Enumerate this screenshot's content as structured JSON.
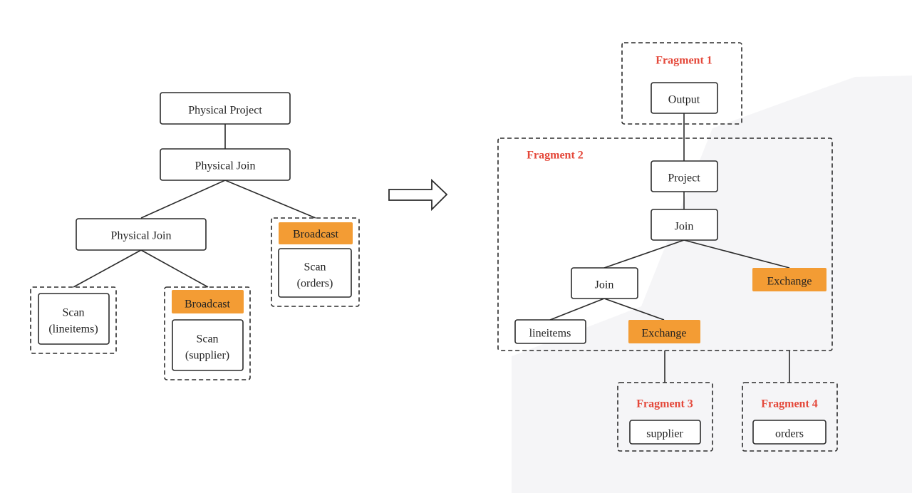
{
  "colors": {
    "accent_orange": "#f39c34",
    "fragment_red": "#e4483a",
    "line": "#2b2b2b",
    "background_shape": "#f5f5f7"
  },
  "left_plan": {
    "physical_project": "Physical Project",
    "physical_join_top": "Physical Join",
    "physical_join_left": "Physical Join",
    "scan_lineitems_line1": "Scan",
    "scan_lineitems_line2": "(lineitems)",
    "broadcast_supplier": "Broadcast",
    "scan_supplier_line1": "Scan",
    "scan_supplier_line2": "(supplier)",
    "broadcast_orders": "Broadcast",
    "scan_orders_line1": "Scan",
    "scan_orders_line2": "(orders)"
  },
  "right_plan": {
    "fragment1": {
      "title": "Fragment 1",
      "output": "Output"
    },
    "fragment2": {
      "title": "Fragment 2",
      "project": "Project",
      "join_top": "Join",
      "join_inner": "Join",
      "exchange_right": "Exchange",
      "lineitems": "lineitems",
      "exchange_inner": "Exchange"
    },
    "fragment3": {
      "title": "Fragment 3",
      "supplier": "supplier"
    },
    "fragment4": {
      "title": "Fragment 4",
      "orders": "orders"
    }
  }
}
